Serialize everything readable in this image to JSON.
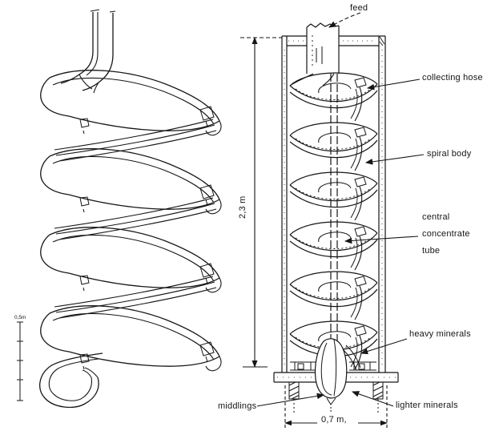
{
  "left_view": {
    "scale_label": "0,5m"
  },
  "right_view": {
    "labels": {
      "feed": "feed",
      "collecting_hose": "collecting hose",
      "spiral_body": "spiral body",
      "central_line1": "central",
      "central_line2": "concentrate",
      "central_line3": "tube",
      "heavy_minerals": "heavy minerals",
      "middlings": "middlings",
      "lighter_minerals": "lighter minerals"
    },
    "dimensions": {
      "height": "2,3 m",
      "width": "0,7 m,"
    }
  }
}
